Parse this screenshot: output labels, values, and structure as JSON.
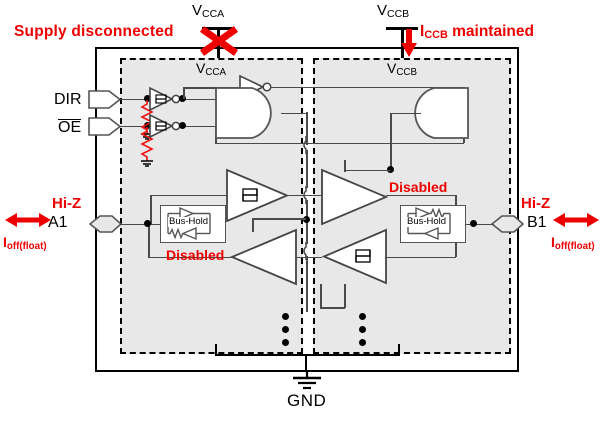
{
  "figure": {
    "title": "Ioff partial power-down bus transceiver diagram",
    "colors": {
      "annotation_red": "#ee0000",
      "wire_gray": "#4a4a4a",
      "block_fill": "#e8e8e8",
      "frame_black": "#000000"
    }
  },
  "annotations": {
    "supply_disconnected": "Supply  disconnected",
    "iccb_current": "I",
    "iccb_current_sub": "CCB",
    "iccb_maintained": " maintained",
    "hiz_left": "Hi-Z",
    "hiz_right": "Hi-Z",
    "ioff_left_main": "I",
    "ioff_left_sub": "off(float)",
    "ioff_right_main": "I",
    "ioff_right_sub": "off(float)",
    "disabled_left": "Disabled",
    "disabled_right": "Disabled",
    "x_mark": "supply-disconnect-x",
    "arrow_down": "iccb-arrow-down"
  },
  "supplies": {
    "vcca_top_main": "V",
    "vcca_top_sub": "CCA",
    "vccb_top_main": "V",
    "vccb_top_sub": "CCB",
    "vcca_inner_main": "V",
    "vcca_inner_sub": "CCA",
    "vccb_inner_main": "V",
    "vccb_inner_sub": "CCB",
    "gnd": "GND"
  },
  "pins": {
    "dir": "DIR",
    "oe": "OE",
    "a1": "A1",
    "b1": "B1"
  },
  "blocks": {
    "bus_hold_left": "Bus-Hold",
    "bus_hold_right": "Bus-Hold"
  },
  "ellipsis": {
    "left": "vertical-ellipsis",
    "right": "vertical-ellipsis"
  }
}
